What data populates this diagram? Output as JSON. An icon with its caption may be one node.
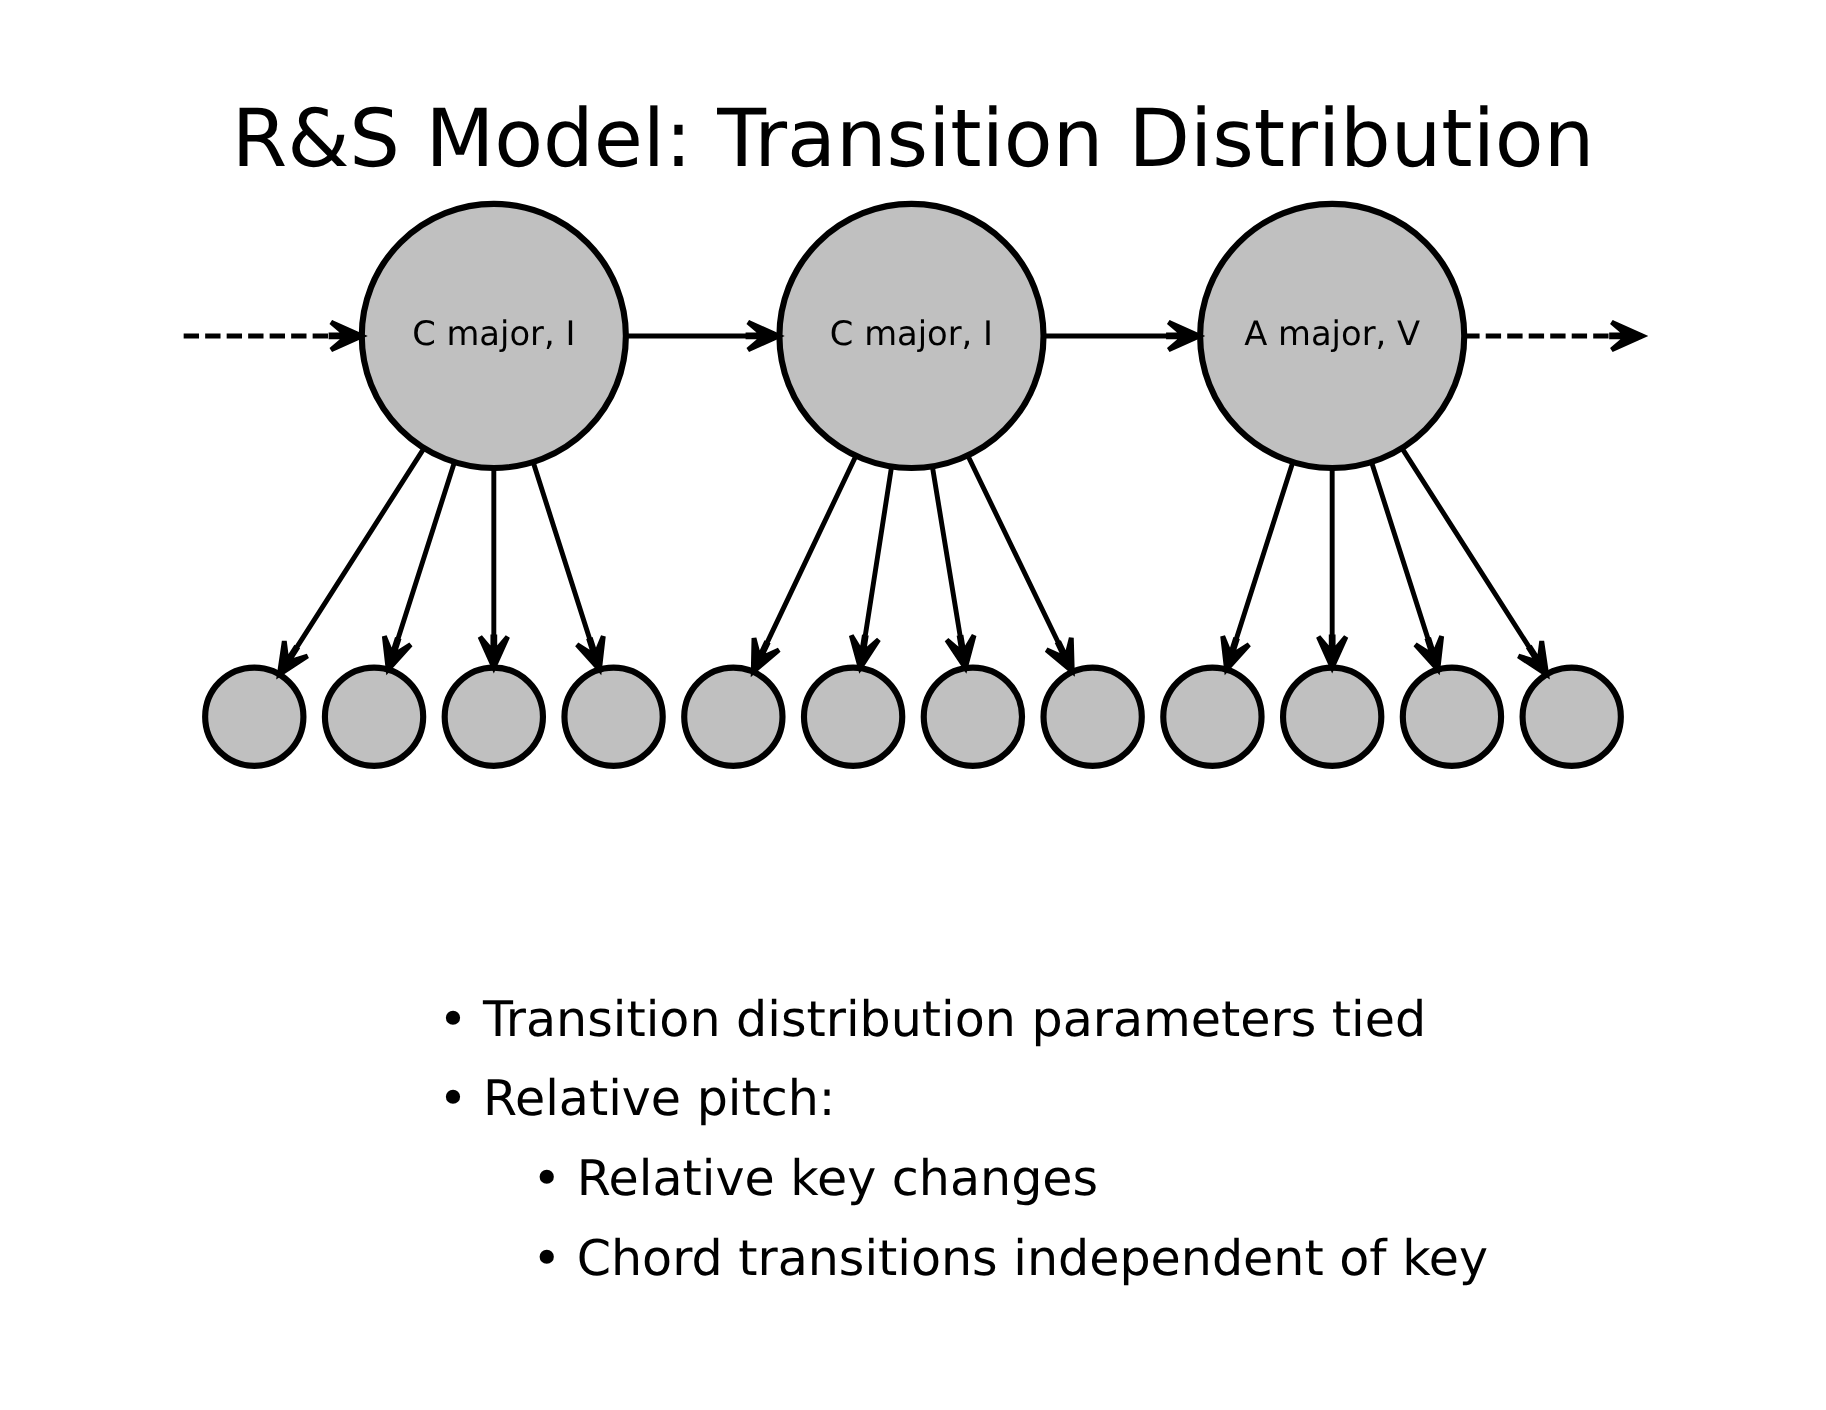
{
  "diagram": {
    "title": "R&S Model: Transition Distribution",
    "nodes": [
      {
        "text": [
          "C major, I"
        ]
      },
      {
        "text": [
          "C major, I"
        ]
      },
      {
        "text": [
          "A major, V"
        ]
      },
      {
        "text": [],
        "shape": "circle"
      },
      {
        "text": [],
        "shape": "circle"
      },
      {
        "text": [],
        "shape": "circle"
      },
      {
        "text": [],
        "shape": "circle"
      },
      {
        "text": [],
        "shape": "circle"
      },
      {
        "text": [],
        "shape": "circle"
      },
      {
        "text": [],
        "shape": "circle"
      },
      {
        "text": [],
        "shape": "circle"
      },
      {
        "text": [],
        "shape": "circle"
      },
      {
        "text": [],
        "shape": "circle"
      },
      {
        "text": [],
        "shape": "circle"
      },
      {
        "text": [],
        "shape": "circle"
      }
    ],
    "edges": [
      {
        "from": null,
        "to": 0,
        "arrow": "to",
        "style": "dashed"
      },
      {
        "from": 0,
        "to": 1,
        "arrow": "to"
      },
      {
        "from": 1,
        "to": 2,
        "arrow": "to"
      },
      {
        "from": 2,
        "to": null,
        "arrow": "to",
        "style": "dashed"
      },
      {
        "from": 0,
        "to": 3,
        "arrow": "to"
      },
      {
        "from": 0,
        "to": 4,
        "arrow": "to"
      },
      {
        "from": 0,
        "to": 5,
        "arrow": "to"
      },
      {
        "from": 0,
        "to": 6,
        "arrow": "to"
      },
      {
        "from": 1,
        "to": 7,
        "arrow": "to"
      },
      {
        "from": 1,
        "to": 8,
        "arrow": "to"
      },
      {
        "from": 1,
        "to": 9,
        "arrow": "to"
      },
      {
        "from": 1,
        "to": 10,
        "arrow": "to"
      },
      {
        "from": 2,
        "to": 11,
        "arrow": "to"
      },
      {
        "from": 2,
        "to": 12,
        "arrow": "to"
      },
      {
        "from": 2,
        "to": 13,
        "arrow": "to"
      },
      {
        "from": 2,
        "to": 14,
        "arrow": "to"
      }
    ],
    "labels": [
      "• Transition distribution parameters tied",
      "• Relative pitch:",
      "• Relative key changes",
      "• Chord transitions independent of key"
    ]
  }
}
